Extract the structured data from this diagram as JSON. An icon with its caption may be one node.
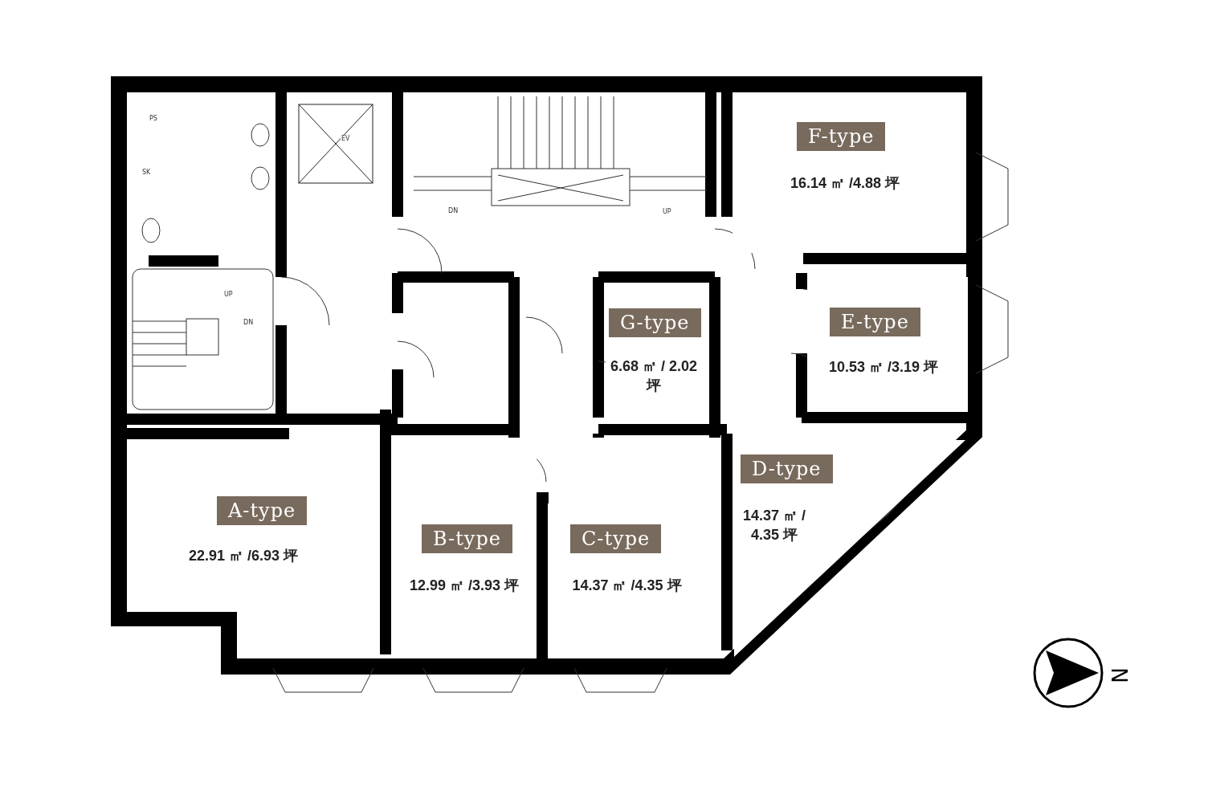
{
  "diagram": {
    "nodes": [
      {
        "text": [
          "F-type",
          "16.14 ㎡ /4.88 坪"
        ]
      },
      {
        "text": [
          "G-type",
          "6.68 ㎡ / 2.02 坪"
        ]
      },
      {
        "text": [
          "E-type",
          "10.53 ㎡ /3.19 坪"
        ]
      },
      {
        "text": [
          "D-type",
          "14.37 ㎡ / 4.35 坪"
        ]
      },
      {
        "text": [
          "A-type",
          "22.91 ㎡ /6.93 坪"
        ]
      },
      {
        "text": [
          "B-type",
          "12.99 ㎡ /3.93 坪"
        ]
      },
      {
        "text": [
          "C-type",
          "14.37 ㎡ /4.35 坪"
        ]
      }
    ],
    "edges": [],
    "labels": [
      "PS",
      "SK",
      "EV",
      "UP",
      "DN",
      "DN",
      "UP",
      "N"
    ]
  }
}
